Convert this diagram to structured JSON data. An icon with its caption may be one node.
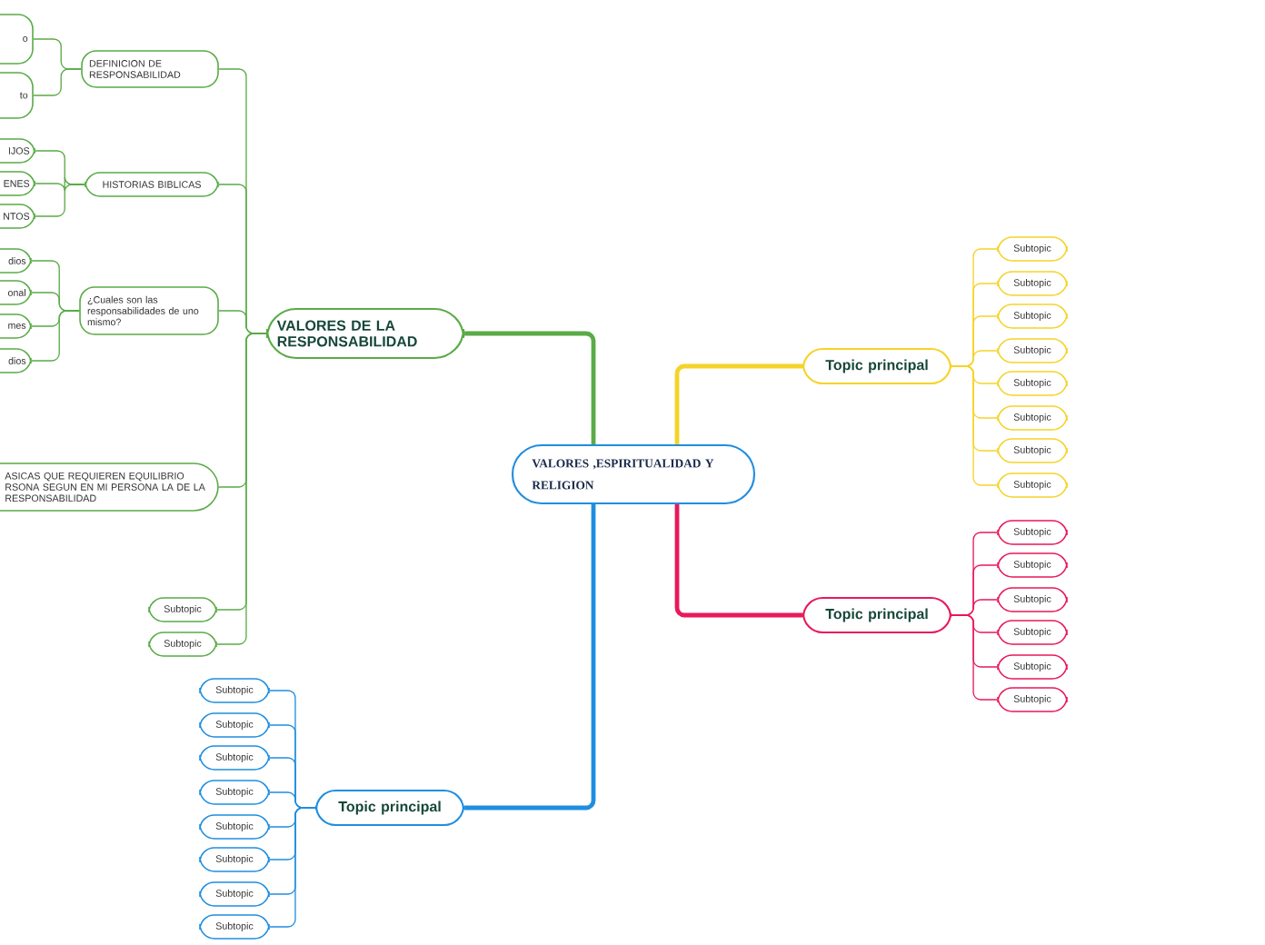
{
  "diagram": {
    "nodes": [
      {
        "text": [
          "VALORES ,ESPIRITUALIDAD Y RELIGION"
        ]
      },
      {
        "text": [
          "VALORES DE LA RESPONSABILIDAD"
        ]
      },
      {
        "text": [
          "DEFINICION DE RESPONSABILIDAD"
        ]
      },
      {
        "text": [
          "o"
        ]
      },
      {
        "text": [
          "to"
        ]
      },
      {
        "text": [
          "HISTORIAS BIBLICAS"
        ]
      },
      {
        "text": [
          "IJOS"
        ]
      },
      {
        "text": [
          "ENES"
        ]
      },
      {
        "text": [
          "NTOS"
        ]
      },
      {
        "text": [
          "¿Cuales son las responsabilidades de uno mismo?"
        ]
      },
      {
        "text": [
          "dios"
        ]
      },
      {
        "text": [
          "onal"
        ]
      },
      {
        "text": [
          "mes"
        ]
      },
      {
        "text": [
          "dios"
        ]
      },
      {
        "text": [
          "ASICAS QUE REQUIEREN EQUILIBRIO RSONA SEGUN EN MI PERSONA LA DE LA RESPONSABILIDAD"
        ]
      },
      {
        "text": [
          "Subtopic"
        ]
      },
      {
        "text": [
          "Subtopic"
        ]
      },
      {
        "text": [
          "Topic principal"
        ]
      },
      {
        "text": [
          "Subtopic"
        ]
      },
      {
        "text": [
          "Subtopic"
        ]
      },
      {
        "text": [
          "Subtopic"
        ]
      },
      {
        "text": [
          "Subtopic"
        ]
      },
      {
        "text": [
          "Subtopic"
        ]
      },
      {
        "text": [
          "Subtopic"
        ]
      },
      {
        "text": [
          "Subtopic"
        ]
      },
      {
        "text": [
          "Subtopic"
        ]
      },
      {
        "text": [
          "Topic principal"
        ]
      },
      {
        "text": [
          "Subtopic"
        ]
      },
      {
        "text": [
          "Subtopic"
        ]
      },
      {
        "text": [
          "Subtopic"
        ]
      },
      {
        "text": [
          "Subtopic"
        ]
      },
      {
        "text": [
          "Subtopic"
        ]
      },
      {
        "text": [
          "Subtopic"
        ]
      },
      {
        "text": [
          "Topic principal"
        ]
      },
      {
        "text": [
          "Subtopic"
        ]
      },
      {
        "text": [
          "Subtopic"
        ]
      },
      {
        "text": [
          "Subtopic"
        ]
      },
      {
        "text": [
          "Subtopic"
        ]
      },
      {
        "text": [
          "Subtopic"
        ]
      },
      {
        "text": [
          "Subtopic"
        ]
      },
      {
        "text": [
          "Subtopic"
        ]
      },
      {
        "text": [
          "Subtopic"
        ]
      }
    ],
    "edges": [
      {
        "from": 0,
        "to": 1,
        "arrow": "none",
        "style": "thick"
      },
      {
        "from": 0,
        "to": 17,
        "arrow": "none",
        "style": "thick",
        "color": "#f5d328"
      },
      {
        "from": 0,
        "to": 26,
        "arrow": "none",
        "style": "thick",
        "color": "#e8195a"
      },
      {
        "from": 0,
        "to": 33,
        "arrow": "none",
        "style": "thick",
        "color": "#1f8ee0"
      },
      {
        "from": 1,
        "to": 2,
        "arrow": "none"
      },
      {
        "from": 1,
        "to": 5,
        "arrow": "none"
      },
      {
        "from": 1,
        "to": 9,
        "arrow": "none"
      },
      {
        "from": 1,
        "to": 14,
        "arrow": "none"
      },
      {
        "from": 1,
        "to": 15,
        "arrow": "none"
      },
      {
        "from": 1,
        "to": 16,
        "arrow": "none"
      },
      {
        "from": 2,
        "to": 3,
        "arrow": "none"
      },
      {
        "from": 2,
        "to": 4,
        "arrow": "none"
      },
      {
        "from": 5,
        "to": 6,
        "arrow": "none"
      },
      {
        "from": 5,
        "to": 7,
        "arrow": "none"
      },
      {
        "from": 5,
        "to": 8,
        "arrow": "none"
      },
      {
        "from": 9,
        "to": 10,
        "arrow": "none"
      },
      {
        "from": 9,
        "to": 11,
        "arrow": "none"
      },
      {
        "from": 9,
        "to": 12,
        "arrow": "none"
      },
      {
        "from": 9,
        "to": 13,
        "arrow": "none"
      },
      {
        "from": 17,
        "to": 18,
        "arrow": "none",
        "color": "#f5d328"
      },
      {
        "from": 17,
        "to": 19,
        "arrow": "none",
        "color": "#f5d328"
      },
      {
        "from": 17,
        "to": 20,
        "arrow": "none",
        "color": "#f5d328"
      },
      {
        "from": 17,
        "to": 21,
        "arrow": "none",
        "color": "#f5d328"
      },
      {
        "from": 17,
        "to": 22,
        "arrow": "none",
        "color": "#f5d328"
      },
      {
        "from": 17,
        "to": 23,
        "arrow": "none",
        "color": "#f5d328"
      },
      {
        "from": 17,
        "to": 24,
        "arrow": "none",
        "color": "#f5d328"
      },
      {
        "from": 17,
        "to": 25,
        "arrow": "none",
        "color": "#f5d328"
      },
      {
        "from": 26,
        "to": 27,
        "arrow": "none",
        "color": "#e8195a"
      },
      {
        "from": 26,
        "to": 28,
        "arrow": "none",
        "color": "#e8195a"
      },
      {
        "from": 26,
        "to": 29,
        "arrow": "none",
        "color": "#e8195a"
      },
      {
        "from": 26,
        "to": 30,
        "arrow": "none",
        "color": "#e8195a"
      },
      {
        "from": 26,
        "to": 31,
        "arrow": "none",
        "color": "#e8195a"
      },
      {
        "from": 26,
        "to": 32,
        "arrow": "none",
        "color": "#e8195a"
      },
      {
        "from": 33,
        "to": 34,
        "arrow": "none",
        "color": "#1f8ee0"
      },
      {
        "from": 33,
        "to": 35,
        "arrow": "none",
        "color": "#1f8ee0"
      },
      {
        "from": 33,
        "to": 36,
        "arrow": "none",
        "color": "#1f8ee0"
      },
      {
        "from": 33,
        "to": 37,
        "arrow": "none",
        "color": "#1f8ee0"
      },
      {
        "from": 33,
        "to": 38,
        "arrow": "none",
        "color": "#1f8ee0"
      },
      {
        "from": 33,
        "to": 39,
        "arrow": "none",
        "color": "#1f8ee0"
      },
      {
        "from": 33,
        "to": 40,
        "arrow": "none",
        "color": "#1f8ee0"
      },
      {
        "from": 33,
        "to": 41,
        "arrow": "none",
        "color": "#1f8ee0"
      }
    ]
  }
}
